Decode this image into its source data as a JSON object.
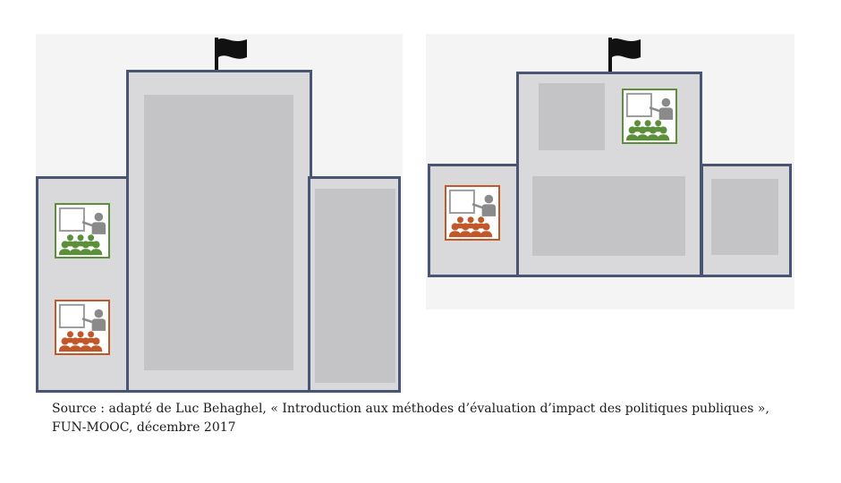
{
  "diagram": {
    "left_school": {
      "classrooms": [
        {
          "icon": "classroom-icon",
          "group": "green",
          "color": "#5c8f3a"
        },
        {
          "icon": "classroom-icon",
          "group": "orange",
          "color": "#c0582a"
        }
      ]
    },
    "right_school": {
      "classrooms": [
        {
          "icon": "classroom-icon",
          "group": "green",
          "color": "#5c8f3a"
        },
        {
          "icon": "classroom-icon",
          "group": "orange",
          "color": "#c0582a"
        }
      ]
    },
    "colors": {
      "wall_outline": "#4a5573",
      "wall_fill": "#d9d9db",
      "room_fill": "#c4c4c6",
      "flag": "#111111",
      "teacher": "#8a8a8a"
    }
  },
  "caption": {
    "text": "Source : adapté de Luc Behaghel, « Introduction aux méthodes d’évaluation d’impact des politiques publiques », FUN-MOOC, décembre 2017"
  }
}
